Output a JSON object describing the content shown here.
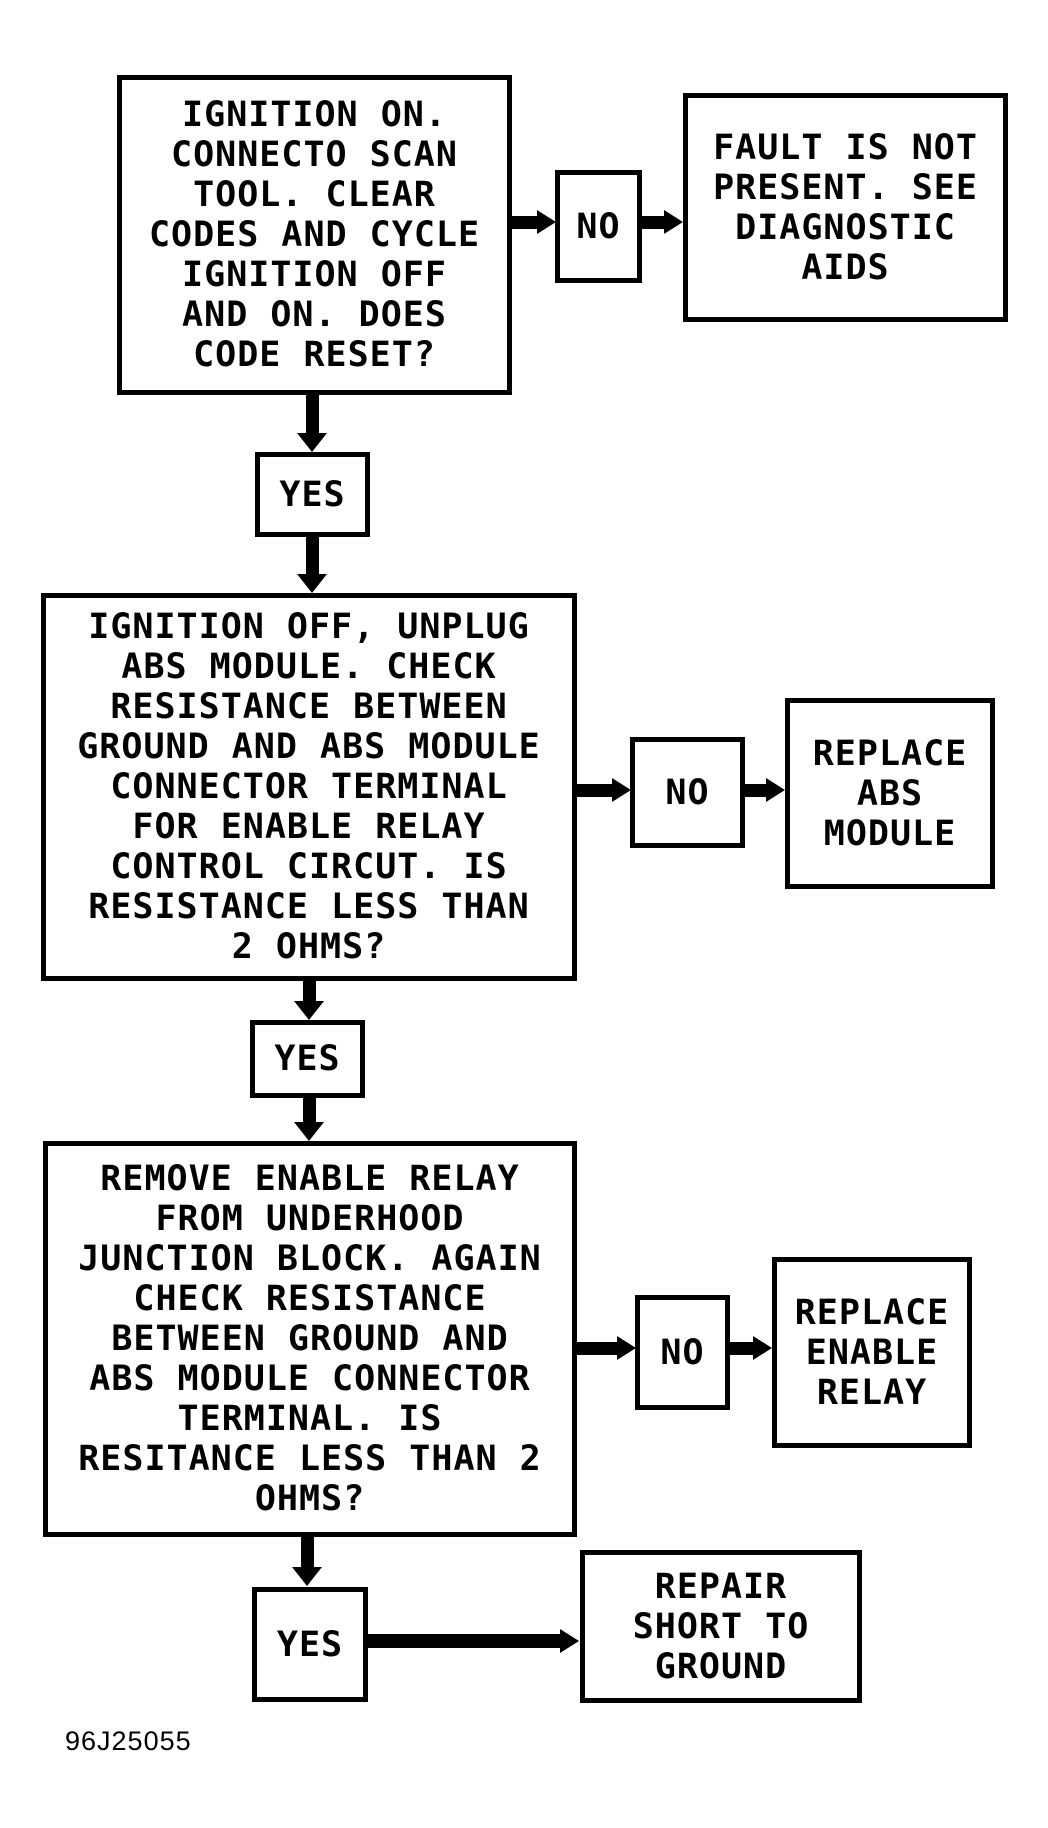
{
  "figure": {
    "label": "96J25055",
    "background_color": "#ffffff",
    "ink_color": "#000000"
  },
  "flowchart": {
    "steps": [
      {
        "name": "step-1-question",
        "text": [
          "IGNITION ON.",
          "CONNECTO SCAN",
          "TOOL. CLEAR",
          "CODES AND CYCLE",
          "IGNITION OFF",
          "AND ON. DOES",
          "CODE RESET?"
        ]
      },
      {
        "name": "step-2-question",
        "text": [
          "IGNITION OFF, UNPLUG",
          "ABS MODULE. CHECK",
          "RESISTANCE BETWEEN",
          "GROUND AND ABS MODULE",
          "CONNECTOR TERMINAL",
          "FOR ENABLE RELAY",
          "CONTROL CIRCUT. IS",
          "RESISTANCE LESS THAN",
          "2 OHMS?"
        ]
      },
      {
        "name": "step-3-question",
        "text": [
          "REMOVE ENABLE RELAY",
          "FROM UNDERHOOD",
          "JUNCTION BLOCK. AGAIN",
          "CHECK RESISTANCE",
          "BETWEEN GROUND AND",
          "ABS MODULE CONNECTOR",
          "TERMINAL. IS",
          "RESITANCE LESS THAN 2",
          "OHMS?"
        ]
      }
    ],
    "outcomes": [
      {
        "name": "fault-not-present",
        "text": [
          "FAULT IS NOT",
          "PRESENT. SEE",
          "DIAGNOSTIC",
          "AIDS"
        ]
      },
      {
        "name": "replace-abs-module",
        "text": [
          "REPLACE",
          "ABS",
          "MODULE"
        ]
      },
      {
        "name": "replace-enable-relay",
        "text": [
          "REPLACE",
          "ENABLE",
          "RELAY"
        ]
      },
      {
        "name": "repair-short-to-ground",
        "text": [
          "REPAIR",
          "SHORT TO",
          "GROUND"
        ]
      }
    ],
    "decisions": {
      "no": "NO",
      "yes": "YES"
    }
  }
}
